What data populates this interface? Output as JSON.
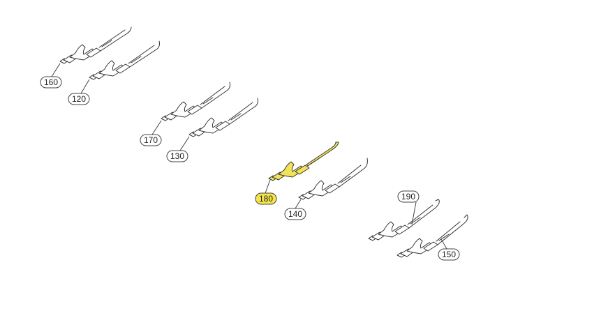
{
  "colors": {
    "line": "#333333",
    "fill": "#ffffff",
    "highlight_fill": "#f2e25a",
    "highlight_stroke": "#8a7a10",
    "callout_fill": "#ffffff",
    "callout_highlight_fill": "#f5e44a"
  },
  "parts": [
    {
      "id": "160",
      "label": "160",
      "highlighted": false
    },
    {
      "id": "120",
      "label": "120",
      "highlighted": false
    },
    {
      "id": "170",
      "label": "170",
      "highlighted": false
    },
    {
      "id": "130",
      "label": "130",
      "highlighted": false
    },
    {
      "id": "180",
      "label": "180",
      "highlighted": true
    },
    {
      "id": "140",
      "label": "140",
      "highlighted": false
    },
    {
      "id": "190",
      "label": "190",
      "highlighted": false
    },
    {
      "id": "150",
      "label": "150",
      "highlighted": false
    }
  ]
}
